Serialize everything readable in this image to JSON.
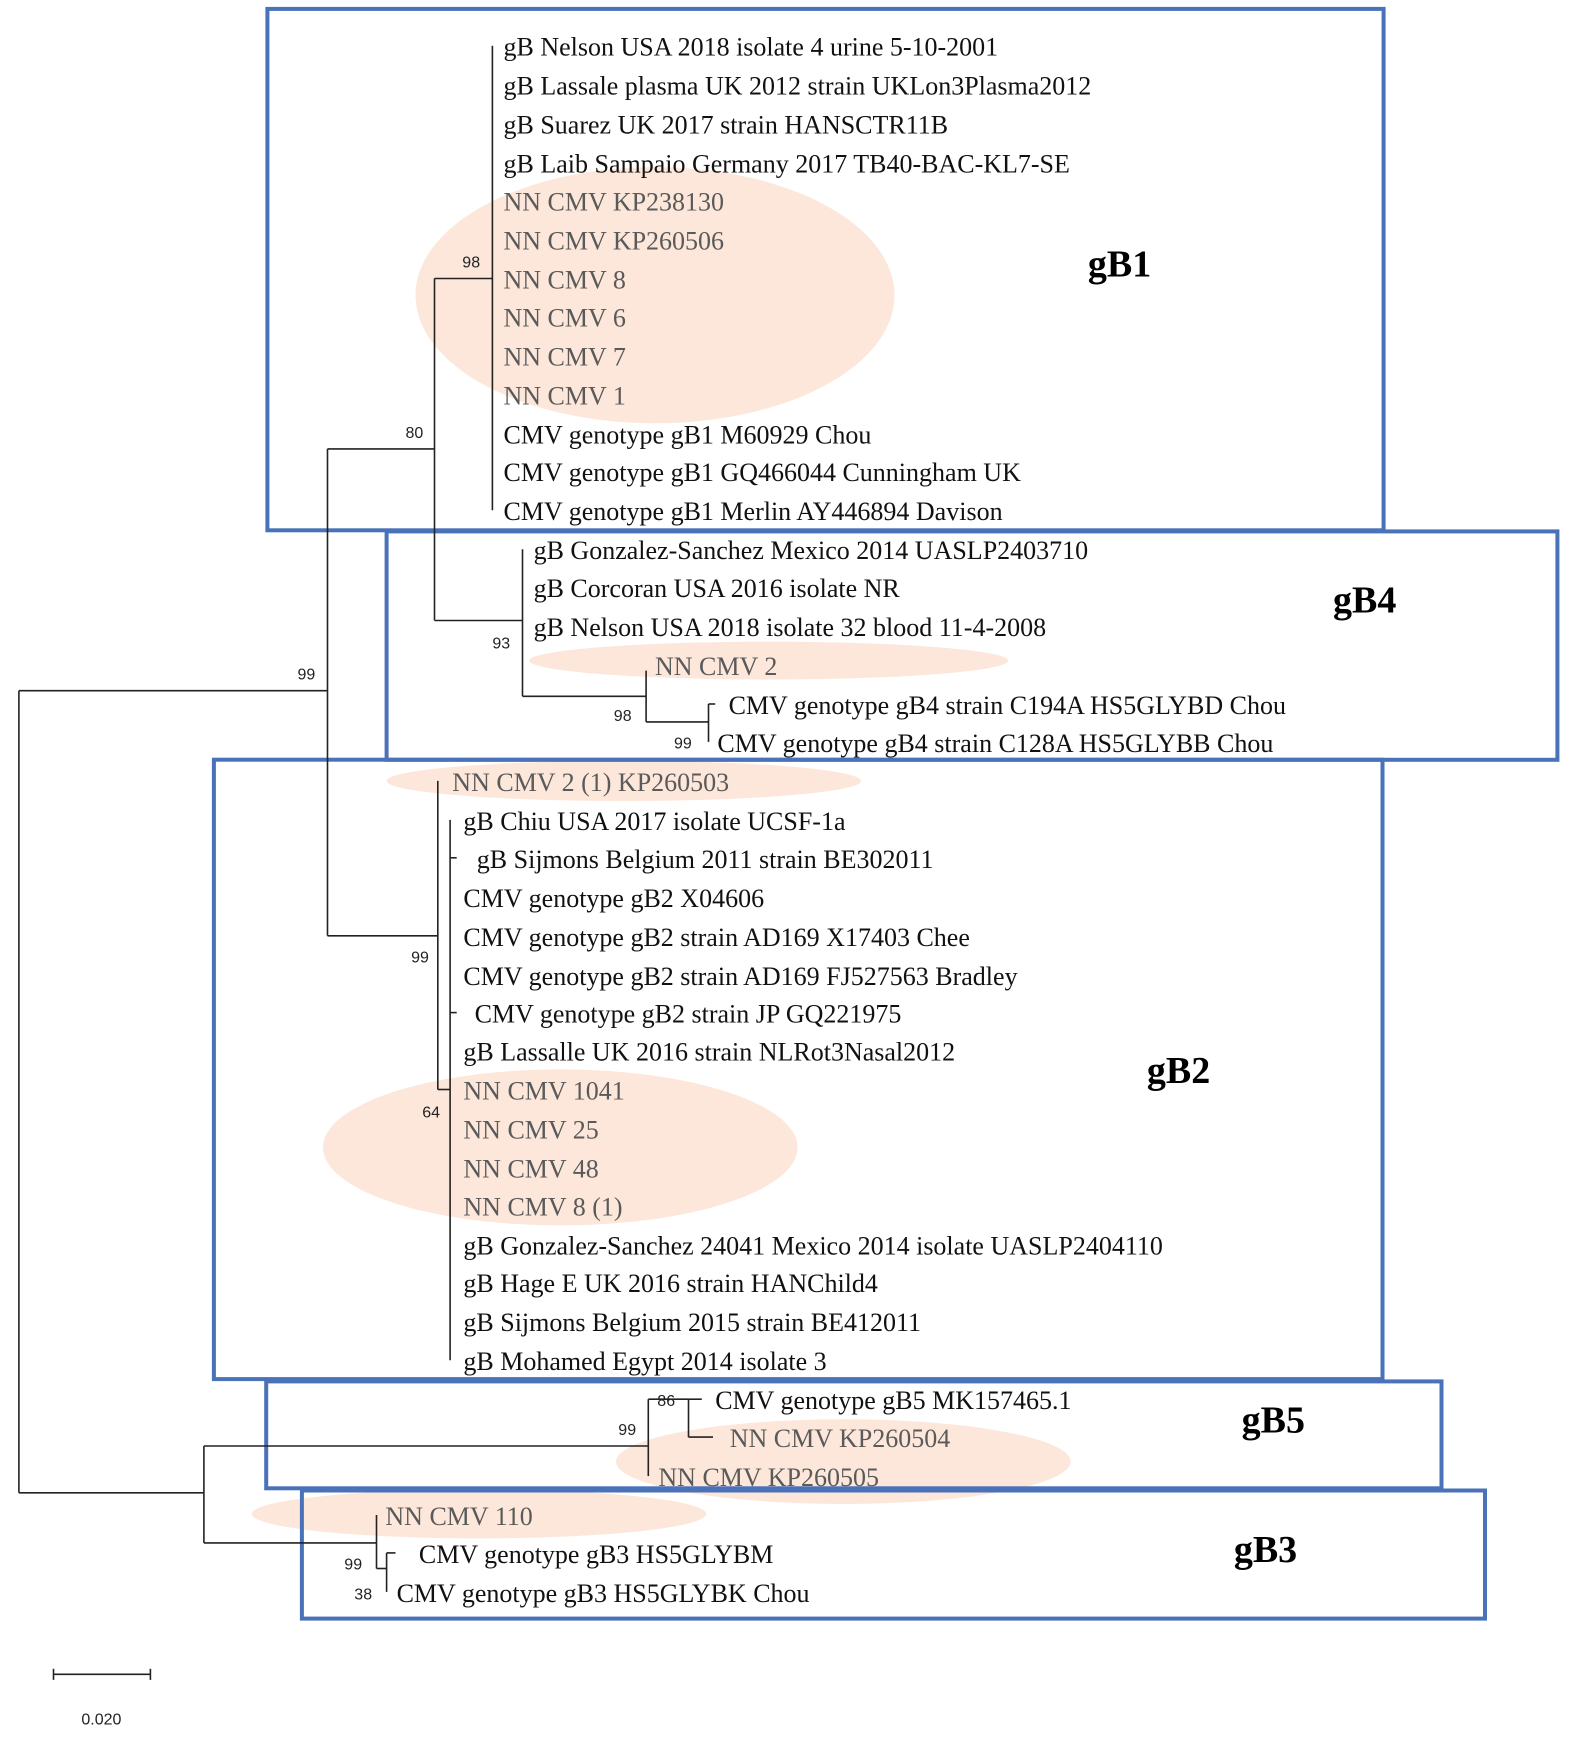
{
  "figure": {
    "type": "phylogenetic-tree",
    "scale_bar": {
      "value": 0.02,
      "label": "0.020"
    },
    "colors": {
      "group_box": "#4a72b8",
      "highlight": "#fbe3d3",
      "nn_label": "#5a5a5a",
      "branch": "#222222"
    }
  },
  "groups": [
    {
      "id": "gB1",
      "label": "gB1"
    },
    {
      "id": "gB4",
      "label": "gB4"
    },
    {
      "id": "gB2",
      "label": "gB2"
    },
    {
      "id": "gB5",
      "label": "gB5"
    },
    {
      "id": "gB3",
      "label": "gB3"
    }
  ],
  "leaves": [
    {
      "label": "gB Nelson USA 2018 isolate 4 urine 5-10-2001",
      "group": "gB1",
      "nn": false
    },
    {
      "label": "gB Lassale plasma UK 2012 strain UKLon3Plasma2012",
      "group": "gB1",
      "nn": false
    },
    {
      "label": "gB Suarez UK 2017 strain HANSCTR11B",
      "group": "gB1",
      "nn": false
    },
    {
      "label": "gB Laib Sampaio Germany 2017 TB40-BAC-KL7-SE",
      "group": "gB1",
      "nn": false
    },
    {
      "label": "NN CMV KP238130",
      "group": "gB1",
      "nn": true
    },
    {
      "label": "NN CMV KP260506",
      "group": "gB1",
      "nn": true
    },
    {
      "label": "NN CMV 8",
      "group": "gB1",
      "nn": true
    },
    {
      "label": "NN CMV 6",
      "group": "gB1",
      "nn": true
    },
    {
      "label": "NN CMV 7",
      "group": "gB1",
      "nn": true
    },
    {
      "label": "NN CMV 1",
      "group": "gB1",
      "nn": true
    },
    {
      "label": "CMV genotype gB1 M60929 Chou",
      "group": "gB1",
      "nn": false
    },
    {
      "label": "CMV genotype gB1 GQ466044 Cunningham UK",
      "group": "gB1",
      "nn": false
    },
    {
      "label": "CMV genotype gB1 Merlin AY446894 Davison",
      "group": "gB1",
      "nn": false
    },
    {
      "label": "gB Gonzalez-Sanchez Mexico 2014 UASLP2403710",
      "group": "gB4",
      "nn": false
    },
    {
      "label": "gB Corcoran USA 2016 isolate NR",
      "group": "gB4",
      "nn": false
    },
    {
      "label": "gB Nelson USA 2018 isolate 32 blood 11-4-2008",
      "group": "gB4",
      "nn": false
    },
    {
      "label": "NN CMV 2",
      "group": "gB4",
      "nn": true
    },
    {
      "label": "CMV genotype gB4 strain C194A HS5GLYBD Chou",
      "group": "gB4",
      "nn": false
    },
    {
      "label": "CMV genotype gB4 strain C128A HS5GLYBB Chou",
      "group": "gB4",
      "nn": false
    },
    {
      "label": "NN CMV 2 (1) KP260503",
      "group": "gB2",
      "nn": true
    },
    {
      "label": "gB Chiu USA 2017 isolate UCSF-1a",
      "group": "gB2",
      "nn": false
    },
    {
      "label": "gB Sijmons Belgium 2011 strain BE302011",
      "group": "gB2",
      "nn": false
    },
    {
      "label": "CMV genotype gB2 X04606",
      "group": "gB2",
      "nn": false
    },
    {
      "label": "CMV genotype gB2 strain AD169 X17403 Chee",
      "group": "gB2",
      "nn": false
    },
    {
      "label": "CMV genotype gB2 strain AD169 FJ527563 Bradley",
      "group": "gB2",
      "nn": false
    },
    {
      "label": "CMV genotype gB2 strain JP GQ221975",
      "group": "gB2",
      "nn": false
    },
    {
      "label": "gB Lassalle UK 2016 strain NLRot3Nasal2012",
      "group": "gB2",
      "nn": false
    },
    {
      "label": "NN CMV 1041",
      "group": "gB2",
      "nn": true
    },
    {
      "label": "NN CMV 25",
      "group": "gB2",
      "nn": true
    },
    {
      "label": "NN CMV 48",
      "group": "gB2",
      "nn": true
    },
    {
      "label": "NN CMV 8 (1)",
      "group": "gB2",
      "nn": true
    },
    {
      "label": "gB Gonzalez-Sanchez 24041 Mexico 2014 isolate UASLP2404110",
      "group": "gB2",
      "nn": false
    },
    {
      "label": "gB Hage E UK 2016 strain HANChild4",
      "group": "gB2",
      "nn": false
    },
    {
      "label": "gB Sijmons Belgium 2015 strain BE412011",
      "group": "gB2",
      "nn": false
    },
    {
      "label": "gB Mohamed Egypt 2014 isolate 3",
      "group": "gB2",
      "nn": false
    },
    {
      "label": "CMV genotype gB5 MK157465.1",
      "group": "gB5",
      "nn": false
    },
    {
      "label": "NN CMV KP260504",
      "group": "gB5",
      "nn": true
    },
    {
      "label": "NN CMV KP260505",
      "group": "gB5",
      "nn": true
    },
    {
      "label": "NN CMV 110",
      "group": "gB3",
      "nn": true
    },
    {
      "label": "CMV genotype gB3 HS5GLYBM",
      "group": "gB3",
      "nn": false
    },
    {
      "label": "CMV genotype gB3 HS5GLYBK Chou",
      "group": "gB3",
      "nn": false
    }
  ],
  "bootstrap": [
    {
      "node": "gB1-clade",
      "value": "98"
    },
    {
      "node": "gB1-gB4",
      "value": "80"
    },
    {
      "node": "gB1-gB4-gB2",
      "value": "99"
    },
    {
      "node": "gB4-clade",
      "value": "93"
    },
    {
      "node": "gB4-subclade",
      "value": "98"
    },
    {
      "node": "gB4-chou-pair",
      "value": "99"
    },
    {
      "node": "gB2-clade",
      "value": "99"
    },
    {
      "node": "gB2-subclade",
      "value": "64"
    },
    {
      "node": "gB5-pair",
      "value": "86"
    },
    {
      "node": "gB5-clade",
      "value": "99"
    },
    {
      "node": "gB3-clade",
      "value": "99"
    },
    {
      "node": "gB3-pair",
      "value": "38"
    }
  ]
}
